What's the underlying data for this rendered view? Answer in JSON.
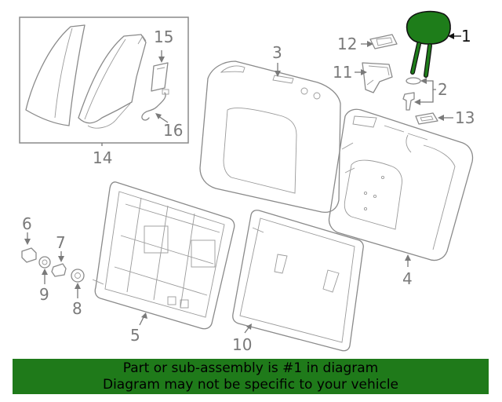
{
  "diagram": {
    "callouts": [
      {
        "id": "1",
        "label": "1"
      },
      {
        "id": "2",
        "label": "2"
      },
      {
        "id": "3",
        "label": "3"
      },
      {
        "id": "4",
        "label": "4"
      },
      {
        "id": "5",
        "label": "5"
      },
      {
        "id": "6",
        "label": "6"
      },
      {
        "id": "7",
        "label": "7"
      },
      {
        "id": "8",
        "label": "8"
      },
      {
        "id": "9",
        "label": "9"
      },
      {
        "id": "10",
        "label": "10"
      },
      {
        "id": "11",
        "label": "11"
      },
      {
        "id": "12",
        "label": "12"
      },
      {
        "id": "13",
        "label": "13"
      },
      {
        "id": "14",
        "label": "14"
      },
      {
        "id": "15",
        "label": "15"
      },
      {
        "id": "16",
        "label": "16"
      }
    ],
    "highlight_part": "1",
    "highlight_color": "#1e7d1a",
    "line_color": "#8a8a8a"
  },
  "banner": {
    "line1": "Part or sub-assembly is #1 in diagram",
    "line2": "Diagram may not be specific to your vehicle",
    "background": "#1f7a1a"
  }
}
